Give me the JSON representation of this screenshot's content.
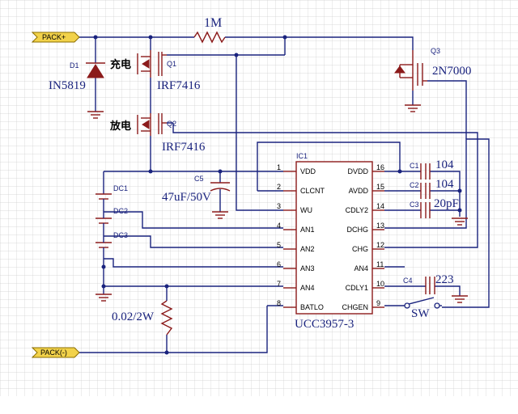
{
  "ports": {
    "pack_plus": "PACK+",
    "pack_minus": "PACK(-)"
  },
  "resistor_top": "1M",
  "diode": {
    "ref": "D1",
    "part": "IN5819"
  },
  "q1": {
    "ref": "Q1",
    "label_cn": "充电",
    "part": "IRF7416"
  },
  "q2": {
    "ref": "Q2",
    "label_cn": "放电",
    "part": "IRF7416"
  },
  "q3": {
    "ref": "Q3",
    "part": "2N7000"
  },
  "c5": {
    "ref": "C5",
    "value": "47uF/50V"
  },
  "cells": [
    "DC1",
    "DC2",
    "DC3"
  ],
  "sense_resistor": "0.02/2W",
  "ic": {
    "ref": "IC1",
    "part": "UCC3957-3",
    "left_pins": [
      {
        "num": "1",
        "name": "VDD"
      },
      {
        "num": "2",
        "name": "CLCNT"
      },
      {
        "num": "3",
        "name": "WU"
      },
      {
        "num": "4",
        "name": "AN1"
      },
      {
        "num": "5",
        "name": "AN2"
      },
      {
        "num": "6",
        "name": "AN3"
      },
      {
        "num": "7",
        "name": "AN4"
      },
      {
        "num": "8",
        "name": "BATLO"
      }
    ],
    "right_pins": [
      {
        "num": "16",
        "name": "DVDD"
      },
      {
        "num": "15",
        "name": "AVDD"
      },
      {
        "num": "14",
        "name": "CDLY2"
      },
      {
        "num": "13",
        "name": "DCHG"
      },
      {
        "num": "12",
        "name": "CHG"
      },
      {
        "num": "11",
        "name": "AN4"
      },
      {
        "num": "10",
        "name": "CDLY1"
      },
      {
        "num": "9",
        "name": "CHGEN"
      }
    ]
  },
  "caps": [
    {
      "ref": "C1",
      "value": "104"
    },
    {
      "ref": "C2",
      "value": "104"
    },
    {
      "ref": "C3",
      "value": "20pF"
    },
    {
      "ref": "C4",
      "value": "223"
    }
  ],
  "switch": "SW"
}
